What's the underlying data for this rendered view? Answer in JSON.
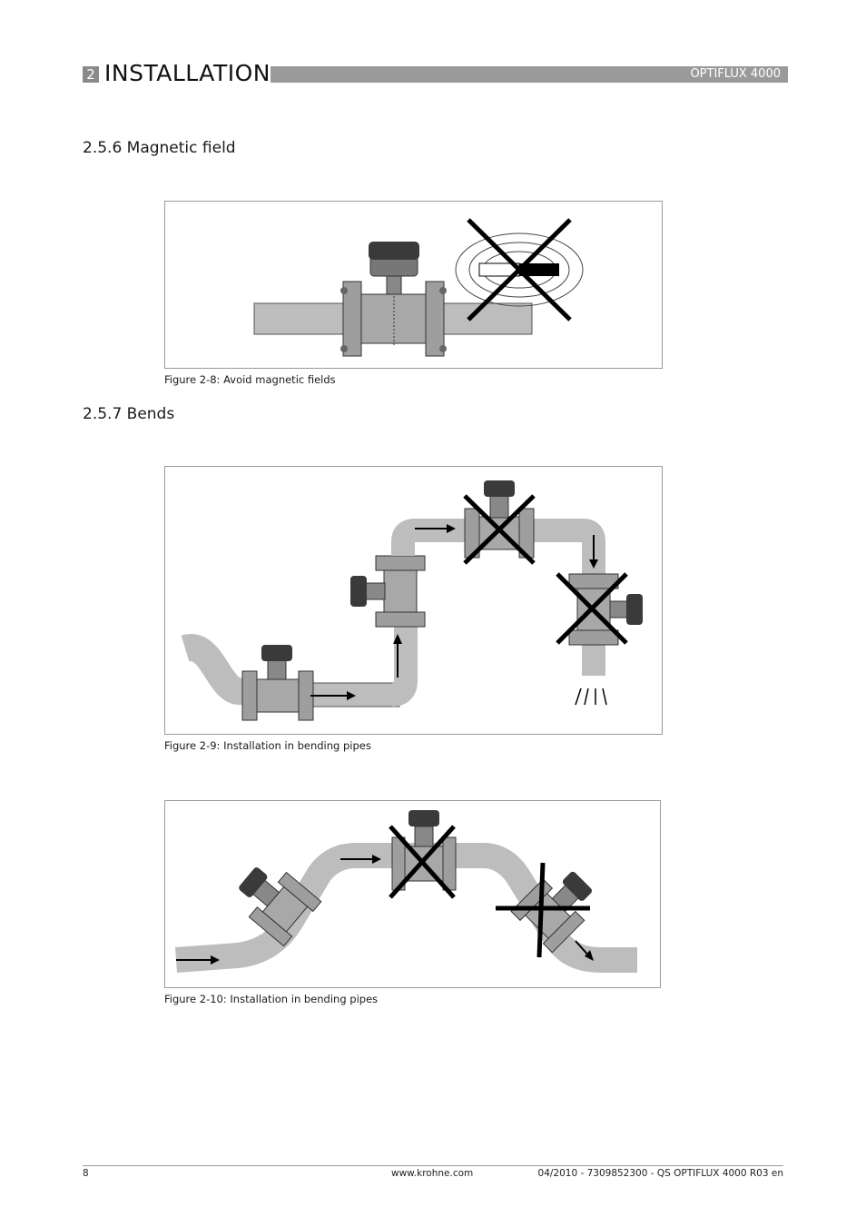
{
  "header": {
    "chapter_number": "2",
    "chapter_title": "INSTALLATION",
    "product": "OPTIFLUX 4000"
  },
  "sections": {
    "magnetic": {
      "heading": "2.5.6  Magnetic field"
    },
    "bends": {
      "heading": "2.5.7  Bends"
    }
  },
  "figures": {
    "fig_2_8": {
      "caption": "Figure 2-8: Avoid magnetic fields"
    },
    "fig_2_9": {
      "caption": "Figure 2-9: Installation in bending pipes"
    },
    "fig_2_10": {
      "caption": "Figure 2-10: Installation in bending pipes"
    }
  },
  "footer": {
    "page_number": "8",
    "website": "www.krohne.com",
    "doc_ref": "04/2010 - 7309852300 - QS OPTIFLUX 4000 R03 en"
  },
  "colors": {
    "pipe": "#bdbdbd",
    "body": "#9e9e9e",
    "converter": "#3a3a3a",
    "cross": "#000000",
    "header_bar": "#9a9a9a"
  }
}
